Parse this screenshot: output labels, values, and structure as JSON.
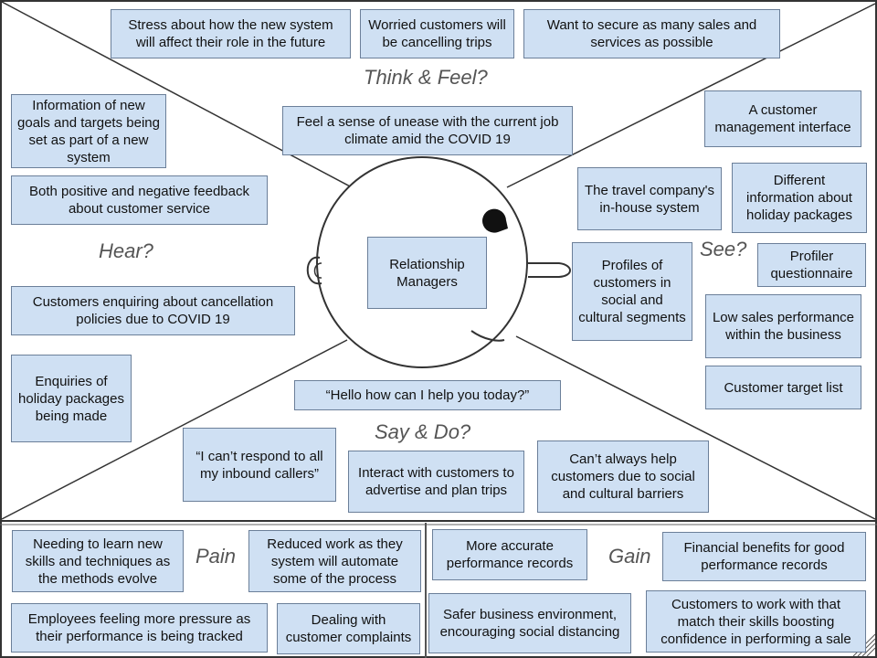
{
  "quadrants": {
    "think_feel": "Think & Feel?",
    "hear": "Hear?",
    "see": "See?",
    "say_do": "Say & Do?",
    "pain": "Pain",
    "gain": "Gain"
  },
  "center": "Relationship Managers",
  "think_feel_notes": [
    "Stress about how the new system will affect their role in the future",
    "Worried customers will be cancelling trips",
    "Want to secure as many sales and services as possible",
    "Feel a sense of unease with the current job climate amid the COVID 19"
  ],
  "hear_notes": [
    "Information of new goals and targets being set as part of a new system",
    "Both positive and negative feedback about customer service",
    "Customers enquiring about cancellation policies due to COVID 19",
    "Enquiries of holiday packages being made"
  ],
  "see_notes": [
    "A customer management interface",
    "The travel company's in-house system",
    "Different information about holiday packages",
    "Profiles of customers in social and cultural segments",
    "Profiler questionnaire",
    "Low sales performance within the business",
    "Customer target list"
  ],
  "say_do_notes": [
    "“Hello how can I help you today?”",
    "“I can’t respond to all my inbound callers”",
    "Interact with customers to advertise and plan trips",
    "Can’t always help customers due to social and cultural barriers"
  ],
  "pain_notes": [
    "Needing to learn new skills and techniques as the methods evolve",
    "Reduced work as they system will automate some of the process",
    "Employees feeling more pressure as their performance is being tracked",
    "Dealing with customer complaints"
  ],
  "gain_notes": [
    "More accurate performance records",
    "Financial benefits for good performance records",
    "Safer business environment, encouraging  social distancing",
    "Customers to work with that match their skills boosting confidence in performing a sale"
  ]
}
